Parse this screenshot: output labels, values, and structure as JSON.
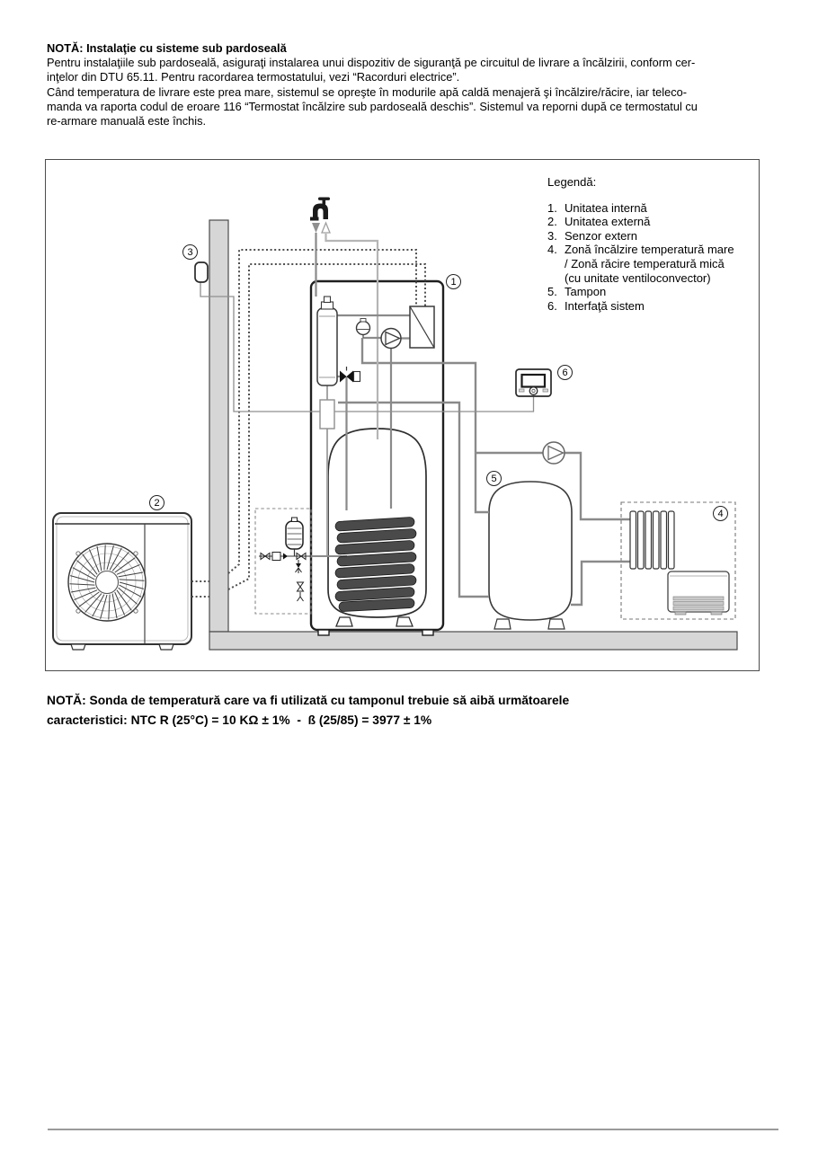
{
  "note_top": {
    "title": "NOTĂ: Instalaţie cu sisteme sub pardoseală",
    "lines": [
      "Pentru instalaţiile sub pardoseală, asiguraţi instalarea unui dispozitiv de siguranţă pe circuitul de livrare a încălzirii, conform cer-",
      "inţelor din DTU 65.11. Pentru racordarea termostatului, vezi “Racorduri electrice”.",
      "Când temperatura de livrare este prea mare, sistemul se opreşte în modurile apă caldă menajeră şi încălzire/răcire, iar teleco-",
      "manda va raporta codul de eroare 116 “Termostat încălzire sub pardoseală deschis”. Sistemul va reporni după ce termostatul cu",
      "re-armare manuală este închis."
    ]
  },
  "legend": {
    "title": "Legendă:",
    "items": [
      {
        "num": "1.",
        "lines": [
          "Unitatea internă"
        ]
      },
      {
        "num": "2.",
        "lines": [
          "Unitatea externă"
        ]
      },
      {
        "num": "3.",
        "lines": [
          "Senzor extern"
        ]
      },
      {
        "num": "4.",
        "lines": [
          "Zonă încălzire temperatură mare",
          "/ Zonă răcire temperatură mică",
          "(cu unitate ventiloconvector)"
        ]
      },
      {
        "num": "5.",
        "lines": [
          "Tampon"
        ]
      },
      {
        "num": "6.",
        "lines": [
          "Interfaţă sistem"
        ]
      }
    ]
  },
  "callouts": {
    "c1": "1",
    "c2": "2",
    "c3": "3",
    "c4": "4",
    "c5": "5",
    "c6": "6"
  },
  "note_bottom": {
    "lines": [
      "NOTĂ: Sonda de temperatură care va fi utilizată cu tamponul trebuie să aibă următoarele",
      "caracteristici: NTC R (25°C) = 10 KΩ ± 1%  -  ß (25/85) = 3977 ± 1%"
    ]
  },
  "colors": {
    "pipe_gray": "#8a8a8a",
    "dhw_gray": "#b5b5b5",
    "dotted_refrigerant": "#4f4f4f",
    "wall_floor_fill": "#d6d6d6",
    "outline_dark": "#222222"
  }
}
